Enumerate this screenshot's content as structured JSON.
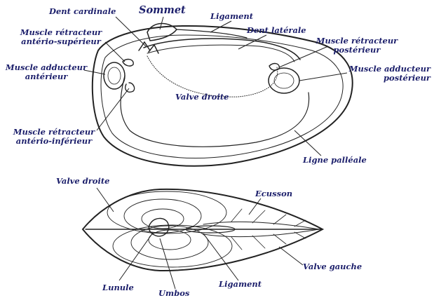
{
  "colors": {
    "ink": "#1c1f6b",
    "drawing": "#222222",
    "background": "#ffffff"
  },
  "shell_view": {
    "labels": {
      "dent_cardinale": "Dent cardinale",
      "sommet": "Sommet",
      "ligament": "Ligament",
      "dent_laterale": "Dent latérale",
      "muscle_retracteur_ant_sup": [
        "Muscle rétracteur",
        "antério-supérieur"
      ],
      "muscle_retracteur_post": [
        "Muscle rétracteur",
        "postérieur"
      ],
      "muscle_adducteur_ant": [
        "Muscle adducteur",
        "antérieur"
      ],
      "muscle_adducteur_post": [
        "Muscle adducteur",
        "postérieur"
      ],
      "valve_droite": "Valve droite",
      "muscle_retracteur_ant_inf": [
        "Muscle rétracteur",
        "antério-inférieur"
      ],
      "ligne_palleale": "Ligne palléale"
    }
  },
  "top_view": {
    "labels": {
      "valve_droite": "Valve droite",
      "ecusson": "Ecusson",
      "valve_gauche": "Valve gauche",
      "lunule": "Lunule",
      "ligament": "Ligament",
      "umbos": "Umbos"
    }
  }
}
